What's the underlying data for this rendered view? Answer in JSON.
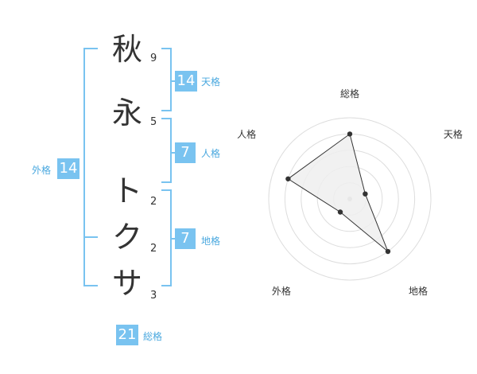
{
  "name": {
    "chars": [
      {
        "char": "秋",
        "strokes": "9"
      },
      {
        "char": "永",
        "strokes": "5"
      },
      {
        "char": "ト",
        "strokes": "2"
      },
      {
        "char": "ク",
        "strokes": "2"
      },
      {
        "char": "サ",
        "strokes": "3"
      }
    ]
  },
  "kaku": {
    "tenkaku": {
      "value": "14",
      "label": "天格"
    },
    "jinkaku": {
      "value": "7",
      "label": "人格"
    },
    "chikaku": {
      "value": "7",
      "label": "地格"
    },
    "gaikaku": {
      "value": "14",
      "label": "外格"
    },
    "soukaku": {
      "value": "21",
      "label": "総格"
    }
  },
  "chart_data": {
    "type": "radar",
    "axes": [
      "総格",
      "天格",
      "地格",
      "外格",
      "人格"
    ],
    "values": [
      4,
      1,
      4,
      1,
      4
    ],
    "max": 5,
    "rings": 5,
    "colors": {
      "fill": "#eeeeee",
      "line": "#333333",
      "grid": "#dddddd",
      "center": "#bbbbbb"
    }
  }
}
